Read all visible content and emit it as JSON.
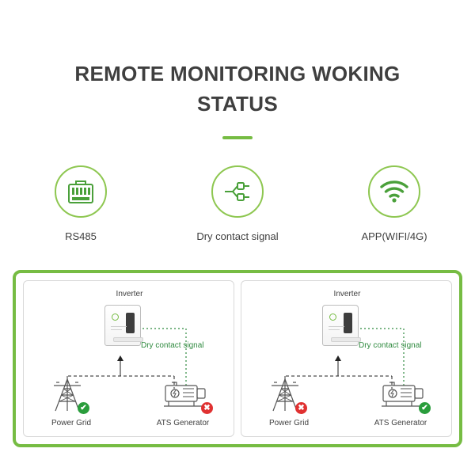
{
  "header": {
    "title_line1": "REMOTE MONITORING WOKING",
    "title_line2": "STATUS",
    "accent_color": "#76bc43"
  },
  "features": [
    {
      "icon": "rj45-ethernet-port-icon",
      "label": "RS485"
    },
    {
      "icon": "dry-contact-terminal-icon",
      "label": "Dry contact signal"
    },
    {
      "icon": "wifi-signal-icon",
      "label": "APP(WIFI/4G)"
    }
  ],
  "diagrams": [
    {
      "name": "grid-available-scenario",
      "inverter_label": "Inverter",
      "signal_label": "Dry contact signal",
      "signal_color": "#2f8a3f",
      "nodes": [
        {
          "label": "Power Grid",
          "status": "ok",
          "status_mark": "✔"
        },
        {
          "label": "ATS Generator",
          "status": "off",
          "status_mark": "✖"
        }
      ]
    },
    {
      "name": "grid-failure-scenario",
      "inverter_label": "Inverter",
      "signal_label": "Dry contact signal",
      "signal_color": "#2f8a3f",
      "nodes": [
        {
          "label": "Power Grid",
          "status": "off",
          "status_mark": "✖"
        },
        {
          "label": "ATS Generator",
          "status": "ok",
          "status_mark": "✔"
        }
      ]
    }
  ]
}
